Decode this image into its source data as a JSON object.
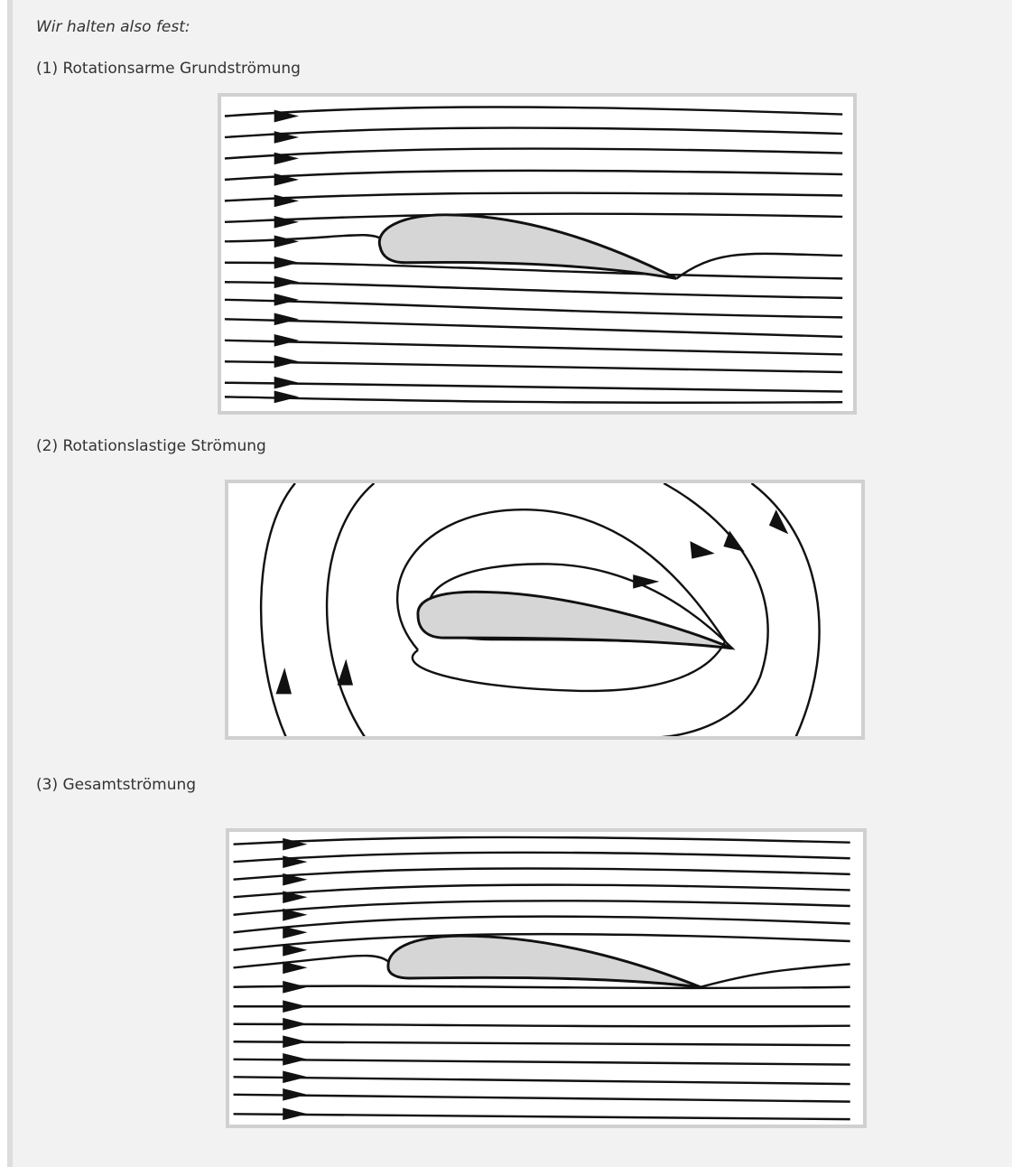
{
  "intro": "Wir halten also fest:",
  "figures": [
    {
      "caption": "(1) Rotationsarme Grundströmung",
      "kind": "freestream"
    },
    {
      "caption": "(2) Rotationslastige Strömung",
      "kind": "circulation"
    },
    {
      "caption": "(3) Gesamtströmung",
      "kind": "combined"
    }
  ],
  "colors": {
    "background": "#f2f2f2",
    "airfoil_fill": "#d6d6d6",
    "line": "#111111"
  }
}
